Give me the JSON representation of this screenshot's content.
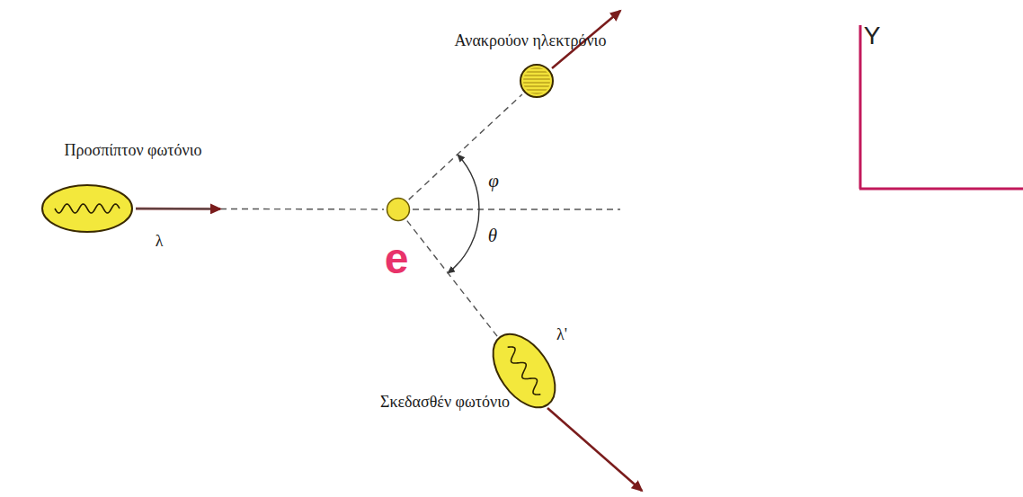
{
  "diagram": {
    "nodes": [
      {
        "text": [
          "Ανακρούον ηλεκτρόνιο"
        ]
      },
      {
        "text": [
          "Προσπίπτον φωτόνιο",
          "λ"
        ]
      },
      {
        "text": [
          "e"
        ]
      },
      {
        "text": [
          "λ'",
          "Σκεδασθέν φωτόνιο"
        ]
      }
    ],
    "edges": [
      {
        "from": 1,
        "to": 2,
        "arrow": "to"
      },
      {
        "from": 2,
        "to": 0,
        "arrow": "none"
      },
      {
        "from": 2,
        "to": 3,
        "arrow": "none"
      }
    ],
    "labels": [
      "φ",
      "θ",
      "Y"
    ]
  }
}
